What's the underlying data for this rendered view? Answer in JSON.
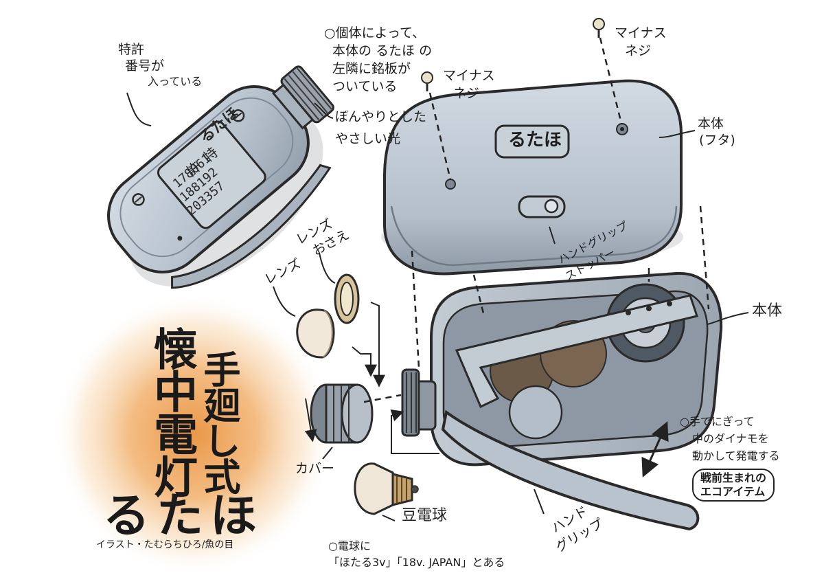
{
  "title": {
    "line1": "懐中電灯",
    "line2": "手廻し式",
    "main": "るたほ"
  },
  "credit": "イラスト・たむらちひろ/魚の目",
  "plate": {
    "brand": "るたほ",
    "patent_label": "許 特",
    "numbers": [
      "178061",
      "188192",
      "203357"
    ]
  },
  "lid_brand": "るたほ",
  "labels": {
    "patent": [
      "特許",
      "番号が",
      "入っている"
    ],
    "nameplate_note": [
      "○個体によって、",
      "本体の るたほ の",
      "左隣に銘板が",
      "ついている"
    ],
    "screw1": [
      "マイナス",
      "ネジ"
    ],
    "screw2": [
      "マイナス",
      "ネジ"
    ],
    "soft_light": [
      "ぼんやりとした",
      "やさしい光"
    ],
    "body_lid": [
      "本体",
      "(フタ)"
    ],
    "grip_stopper": [
      "ハンドグリップ",
      "ストッパー"
    ],
    "lens_holder": [
      "レンズ",
      "おさえ"
    ],
    "lens": "レンズ",
    "body": "本体",
    "dynamo": [
      "○手でにぎって",
      "中のダイナモを",
      "動かして発電する"
    ],
    "eco": [
      "戦前生まれの",
      "エコアイテム"
    ],
    "cover": "カバー",
    "bulb": "豆電球",
    "bulb_note": [
      "○電球に",
      "「ほたる3v」「18v. JAPAN」とある"
    ],
    "hand_grip": [
      "ハンド",
      "グリップ"
    ]
  },
  "colors": {
    "body_fill": "#b9c4cf",
    "outline": "#2a2a2a",
    "glow": "#f2a55a"
  }
}
